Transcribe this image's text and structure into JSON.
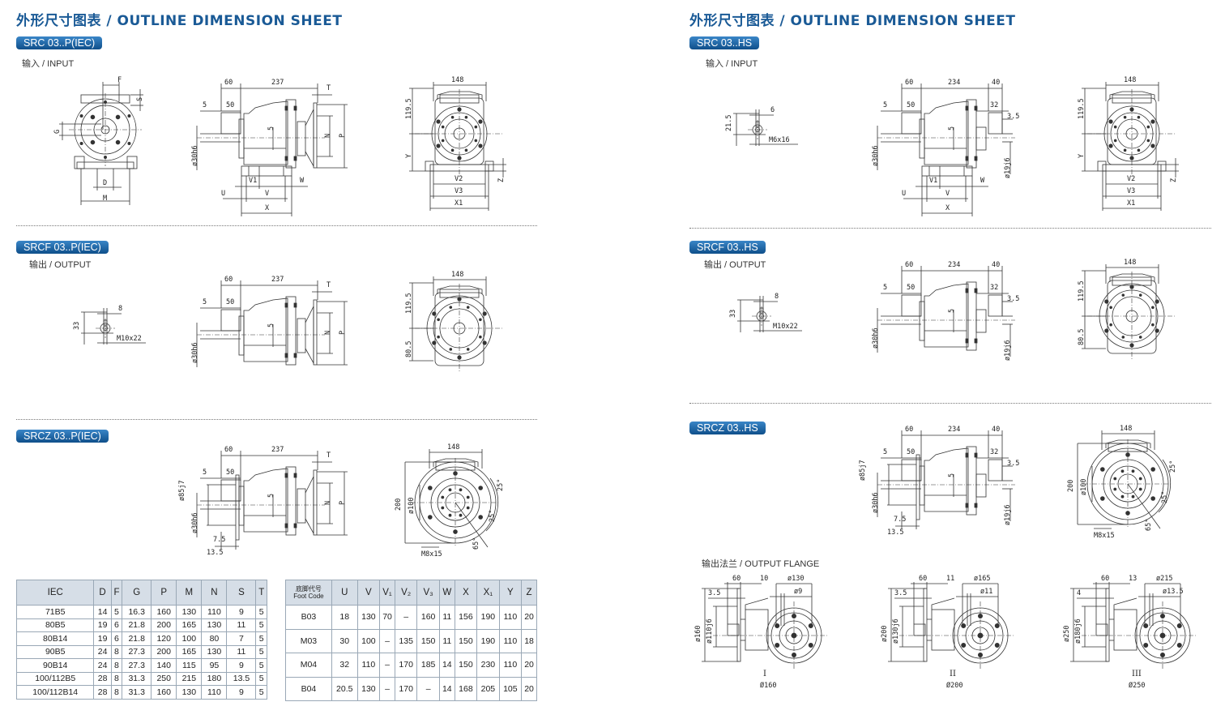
{
  "left": {
    "title": "外形尺寸图表 / OUTLINE DIMENSION SHEET",
    "s1": {
      "badge": "SRC 03..P(IEC)",
      "sub": "输入 / INPUT"
    },
    "s2": {
      "badge": "SRCF 03..P(IEC)",
      "sub": "输出 / OUTPUT"
    },
    "s3": {
      "badge": "SRCZ 03..P(IEC)"
    }
  },
  "right": {
    "title": "外形尺寸图表 / OUTLINE DIMENSION SHEET",
    "s1": {
      "badge": "SRC 03..HS",
      "sub": "输入 / INPUT"
    },
    "s2": {
      "badge": "SRCF 03..HS",
      "sub": "输出 / OUTPUT"
    },
    "s3": {
      "badge": "SRCZ 03..HS"
    },
    "flange_title": "输出法兰 / OUTPUT  FLANGE"
  },
  "drawings": {
    "l1front": {
      "F": "F",
      "S": "S",
      "G": "G",
      "D": "D",
      "M": "M"
    },
    "l1side": {
      "a60": "60",
      "a237": "237",
      "a5": "5",
      "a50": "50",
      "T": "T",
      "N": "N",
      "P": "P",
      "c5": "5",
      "sh": "ø30h6",
      "V1": "V1",
      "W": "W",
      "U": "U",
      "V": "V",
      "X": "X"
    },
    "l1end": {
      "w": "148",
      "h": "119.5",
      "Y": "Y",
      "V2": "V2",
      "V3": "V3",
      "X1": "X1",
      "Z": "Z"
    },
    "l2key": {
      "h": "33",
      "w": "8",
      "m": "M10x22"
    },
    "l2side": {
      "a60": "60",
      "a237": "237",
      "a5": "5",
      "a50": "50",
      "T": "T",
      "N": "N",
      "P": "P",
      "c5": "5",
      "sh": "ø30h6"
    },
    "l2end": {
      "w": "148",
      "h": "119.5",
      "h2": "80.5"
    },
    "l3side": {
      "a60": "60",
      "a237": "237",
      "a5": "5",
      "a50": "50",
      "T": "T",
      "N": "N",
      "P": "P",
      "c5": "5",
      "sh": "ø30h6",
      "fl": "ø85j7",
      "b7": "7.5",
      "b13": "13.5"
    },
    "l3end": {
      "w": "148",
      "hz": "200",
      "d": "ø100",
      "a1": "25°",
      "a2": "25°",
      "a3": "65°",
      "m": "M8x15"
    },
    "r1key": {
      "h": "21.5",
      "w": "6",
      "m": "M6x16"
    },
    "r1side": {
      "a60": "60",
      "a234": "234",
      "a40": "40",
      "a5": "5",
      "a50": "50",
      "b32": "32",
      "b35": "3.5",
      "c5": "5",
      "sh": "ø30h6",
      "sh2": "ø19j6",
      "V1": "V1",
      "W": "W",
      "U": "U",
      "V": "V",
      "X": "X"
    },
    "r1end": {
      "w": "148",
      "h": "119.5",
      "Y": "Y",
      "V2": "V2",
      "V3": "V3",
      "X1": "X1",
      "Z": "Z"
    },
    "r2key": {
      "h": "33",
      "w": "8",
      "m": "M10x22"
    },
    "r2side": {
      "a60": "60",
      "a234": "234",
      "a40": "40",
      "a5": "5",
      "a50": "50",
      "b32": "32",
      "b35": "3.5",
      "c5": "5",
      "sh": "ø30h6",
      "sh2": "ø19j6"
    },
    "r2end": {
      "w": "148",
      "h": "119.5",
      "h2": "80.5"
    },
    "r3side": {
      "a60": "60",
      "a234": "234",
      "a40": "40",
      "a5": "5",
      "a50": "50",
      "b32": "32",
      "b35": "3.5",
      "c5": "5",
      "sh": "ø30h6",
      "sh2": "ø19j6",
      "fl": "ø85j7",
      "b7": "7.5",
      "b13": "13.5"
    },
    "r3end": {
      "w": "148",
      "hz": "200",
      "d": "ø100",
      "a1": "25°",
      "a2": "25°",
      "a3": "65°",
      "m": "M8x15"
    },
    "f1": {
      "a60": "60",
      "t": "10",
      "pcd": "ø130",
      "x": "3.5",
      "hole": "ø9",
      "od": "ø160",
      "sp": "ø110j6",
      "num": "I",
      "dia": "Ø160"
    },
    "f2": {
      "a60": "60",
      "t": "11",
      "pcd": "ø165",
      "x": "3.5",
      "hole": "ø11",
      "od": "ø200",
      "sp": "ø130j6",
      "num": "II",
      "dia": "Ø200"
    },
    "f3": {
      "a60": "60",
      "t": "13",
      "pcd": "ø215",
      "x": "4",
      "hole": "ø13.5",
      "od": "ø250",
      "sp": "ø180j6",
      "num": "III",
      "dia": "Ø250"
    }
  },
  "tables": {
    "iec": {
      "headers": [
        "IEC",
        "D",
        "F",
        "G",
        "P",
        "M",
        "N",
        "S",
        "T"
      ],
      "rows": [
        [
          "71B5",
          "14",
          "5",
          "16.3",
          "160",
          "130",
          "110",
          "9",
          "5"
        ],
        [
          "80B5",
          "19",
          "6",
          "21.8",
          "200",
          "165",
          "130",
          "11",
          "5"
        ],
        [
          "80B14",
          "19",
          "6",
          "21.8",
          "120",
          "100",
          "80",
          "7",
          "5"
        ],
        [
          "90B5",
          "24",
          "8",
          "27.3",
          "200",
          "165",
          "130",
          "11",
          "5"
        ],
        [
          "90B14",
          "24",
          "8",
          "27.3",
          "140",
          "115",
          "95",
          "9",
          "5"
        ],
        [
          "100/112B5",
          "28",
          "8",
          "31.3",
          "250",
          "215",
          "180",
          "13.5",
          "5"
        ],
        [
          "100/112B14",
          "28",
          "8",
          "31.3",
          "160",
          "130",
          "110",
          "9",
          "5"
        ]
      ]
    },
    "foot": {
      "header_cn": "底脚代号",
      "header_en": "Foot Code",
      "headers": [
        "U",
        "V",
        "V₁",
        "V₂",
        "V₃",
        "W",
        "X",
        "X₁",
        "Y",
        "Z"
      ],
      "rows": [
        [
          "B03",
          "18",
          "130",
          "70",
          "–",
          "160",
          "11",
          "156",
          "190",
          "110",
          "20"
        ],
        [
          "M03",
          "30",
          "100",
          "–",
          "135",
          "150",
          "11",
          "150",
          "190",
          "110",
          "18"
        ],
        [
          "M04",
          "32",
          "110",
          "–",
          "170",
          "185",
          "14",
          "150",
          "230",
          "110",
          "20"
        ],
        [
          "B04",
          "20.5",
          "130",
          "–",
          "170",
          "–",
          "14",
          "168",
          "205",
          "105",
          "20"
        ]
      ]
    }
  }
}
